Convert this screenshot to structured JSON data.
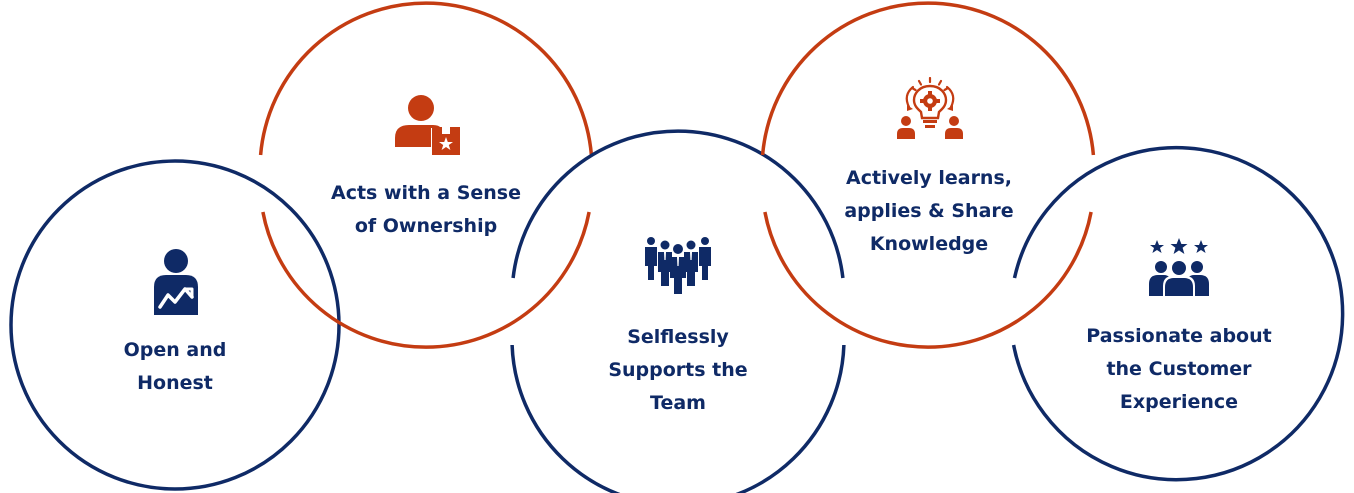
{
  "colors": {
    "navy": "#0f2a66",
    "orange": "#c43c12",
    "background": "#ffffff"
  },
  "values": [
    {
      "id": "open-and-honest",
      "ring_color": "navy",
      "icon": "person-with-trend-chart-icon",
      "lines": [
        "Open and",
        "Honest"
      ]
    },
    {
      "id": "sense-of-ownership",
      "ring_color": "orange",
      "icon": "person-with-award-box-icon",
      "lines": [
        "Acts with a Sense",
        "of Ownership"
      ]
    },
    {
      "id": "supports-the-team",
      "ring_color": "navy",
      "icon": "team-group-icon",
      "lines": [
        "Selflessly",
        "Supports the",
        "Team"
      ]
    },
    {
      "id": "learns-and-shares",
      "ring_color": "orange",
      "icon": "lightbulb-gear-people-icon",
      "lines": [
        "Actively learns,",
        "applies & Share",
        "Knowledge"
      ]
    },
    {
      "id": "customer-experience",
      "ring_color": "navy",
      "icon": "stars-over-people-icon",
      "lines": [
        "Passionate about",
        "the Customer",
        "Experience"
      ]
    }
  ]
}
